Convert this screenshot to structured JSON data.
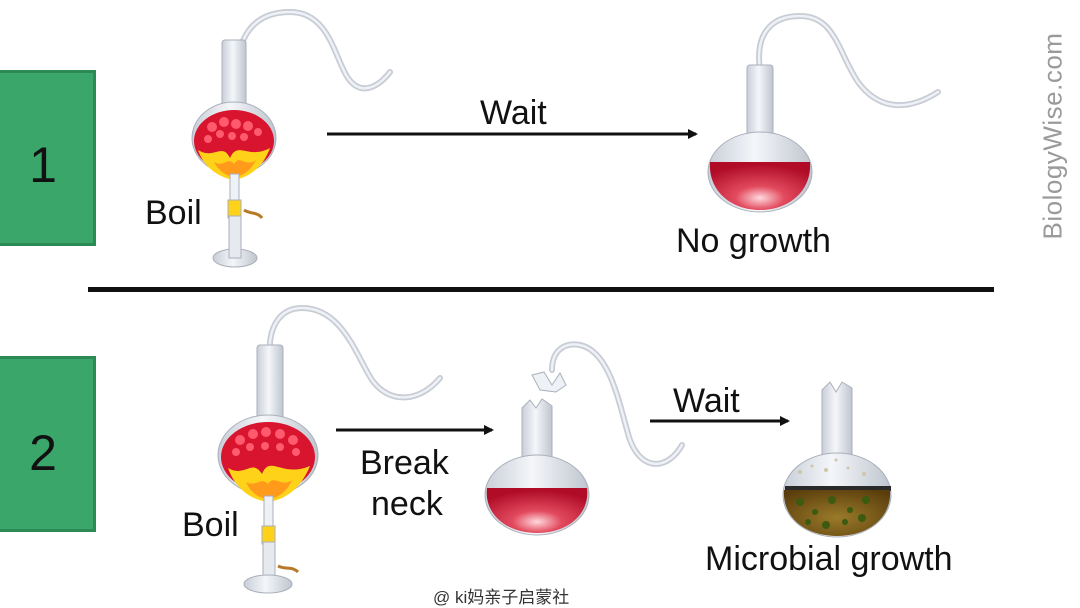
{
  "experiments": [
    {
      "number": "1",
      "boil_label": "Boil",
      "wait_label": "Wait",
      "result_label": "No growth"
    },
    {
      "number": "2",
      "boil_label": "Boil",
      "break_label_line1": "Break",
      "break_label_line2": "neck",
      "wait_label": "Wait",
      "result_label": "Microbial growth"
    }
  ],
  "watermark": "BiologyWise.com",
  "credit": "@ ki妈亲子启蒙社",
  "colors": {
    "panel_green": "#3aa66a",
    "broth_red": "#c8102e",
    "flame_yellow": "#ffd21a",
    "glass": "#dfe3ea",
    "microbial_brown": "#6b4a12"
  }
}
